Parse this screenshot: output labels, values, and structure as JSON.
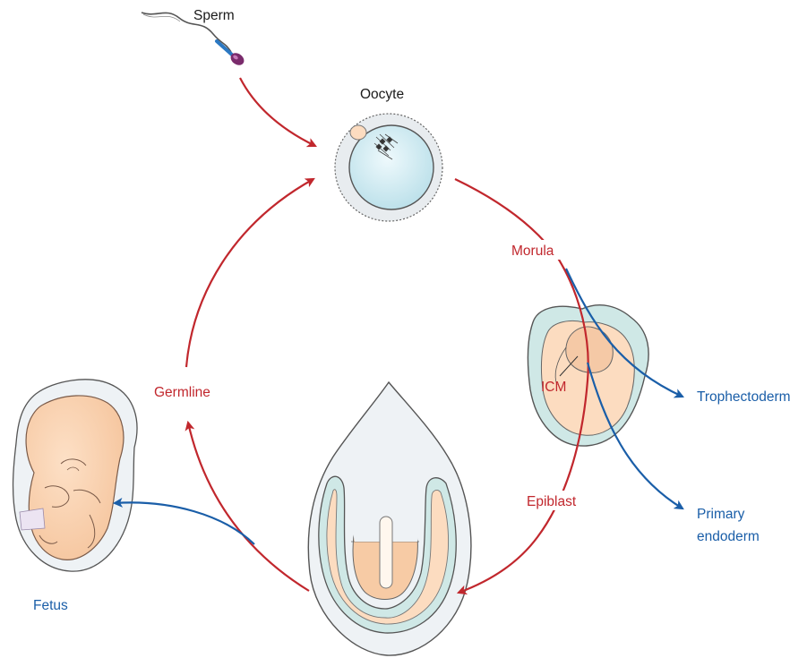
{
  "labels": {
    "sperm": "Sperm",
    "oocyte": "Oocyte",
    "morula": "Morula",
    "icm": "ICM",
    "trophectoderm": "Trophectoderm",
    "primary_endoderm_line1": "Primary",
    "primary_endoderm_line2": "endoderm",
    "epiblast": "Epiblast",
    "germline": "Germline",
    "fetus": "Fetus"
  },
  "colors": {
    "lineage_red": "#c1272d",
    "lineage_blue": "#1a5ea8",
    "label_black": "#1a1a1a",
    "tissue_peach": "#fcdcc0",
    "tissue_teal": "#cfe8e6",
    "zona_gray": "#e8ecef",
    "oocyte_blue": "#d4eef5"
  }
}
